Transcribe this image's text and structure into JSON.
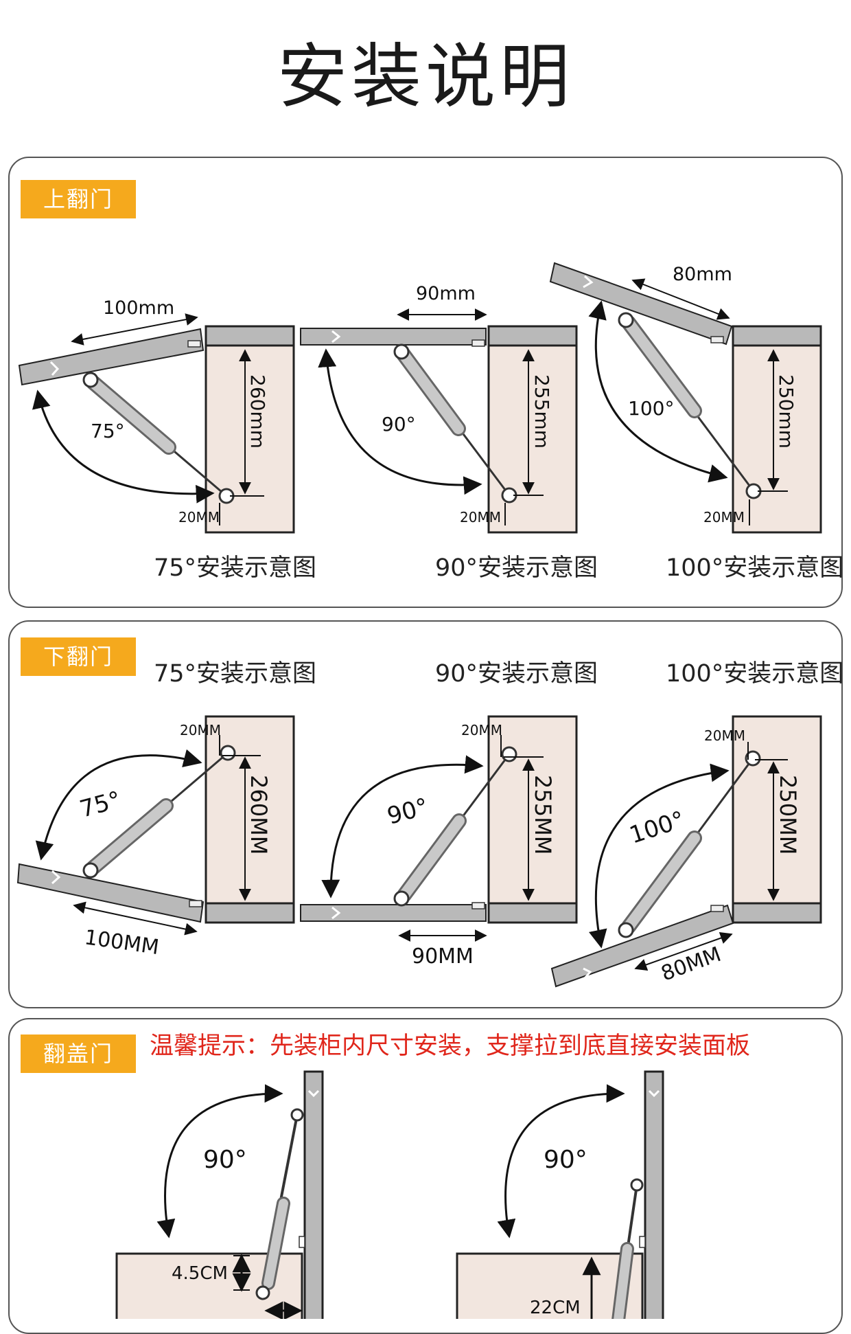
{
  "page_title": "安装说明",
  "colors": {
    "tag_bg": "#F5A91D",
    "cabinet_fill": "#F2E6DF",
    "panel_fill": "#B9B9B9",
    "tip_red": "#E0261B"
  },
  "sections": [
    {
      "tag": "上翻门",
      "diagrams": [
        {
          "caption": "75°安装示意图",
          "angle": "75°",
          "width": "100mm",
          "height": "260mm",
          "offset": "20MM"
        },
        {
          "caption": "90°安装示意图",
          "angle": "90°",
          "width": "90mm",
          "height": "255mm",
          "offset": "20MM"
        },
        {
          "caption": "100°安装示意图",
          "angle": "100°",
          "width": "80mm",
          "height": "250mm",
          "offset": "20MM"
        }
      ]
    },
    {
      "tag": "下翻门",
      "diagrams": [
        {
          "caption": "75°安装示意图",
          "angle": "75°",
          "width": "100MM",
          "height": "260MM",
          "offset": "20MM"
        },
        {
          "caption": "90°安装示意图",
          "angle": "90°",
          "width": "90MM",
          "height": "255MM",
          "offset": "20MM"
        },
        {
          "caption": "100°安装示意图",
          "angle": "100°",
          "width": "80MM",
          "height": "250MM",
          "offset": "20MM"
        }
      ]
    },
    {
      "tag": "翻盖门",
      "tip": "温馨提示：先装柜内尺寸安装，支撑拉到底直接安装面板",
      "diagrams": [
        {
          "angle": "90°",
          "offset": "4.5CM"
        },
        {
          "angle": "90°",
          "offset": "22CM"
        }
      ]
    }
  ]
}
